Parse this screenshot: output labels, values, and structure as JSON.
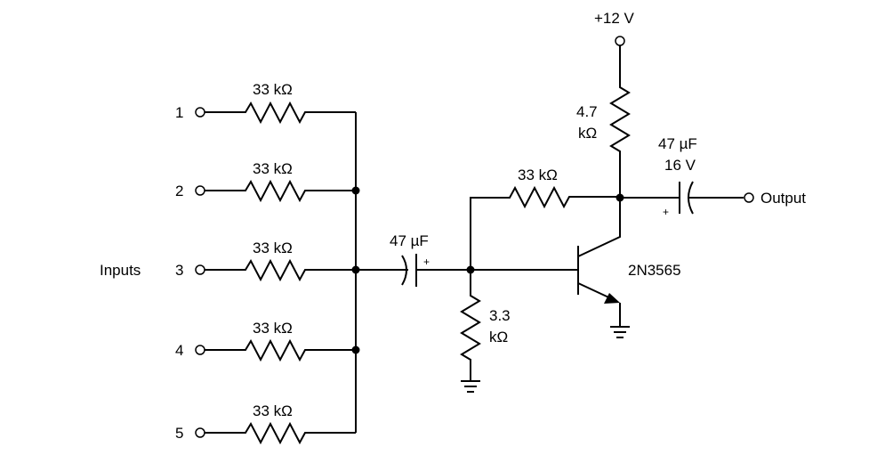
{
  "diagram": {
    "type": "circuit-schematic",
    "title": "",
    "inputs": {
      "group_label": "Inputs",
      "terminals": [
        "1",
        "2",
        "3",
        "4",
        "5"
      ],
      "resistor_value": "33 kΩ"
    },
    "input_capacitor": {
      "value": "47 µF",
      "polarity": "+"
    },
    "feedback_resistor": {
      "value": "33 kΩ"
    },
    "base_resistor": {
      "value_line1": "3.3",
      "value_line2": "kΩ"
    },
    "collector_resistor": {
      "value_line1": "4.7",
      "value_line2": "kΩ"
    },
    "supply": {
      "label": "+12 V"
    },
    "transistor": {
      "part": "2N3565",
      "type": "NPN"
    },
    "output_capacitor": {
      "value_line1": "47 µF",
      "value_line2": "16 V",
      "polarity": "+"
    },
    "output": {
      "label": "Output"
    }
  }
}
